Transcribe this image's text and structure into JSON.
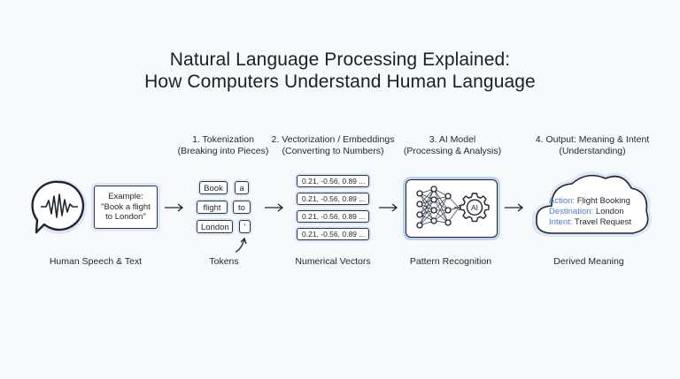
{
  "title": {
    "line1": "Natural Language Processing Explained:",
    "line2": "How Computers Understand Human Language"
  },
  "steps": [
    {
      "heading1": "1. Tokenization",
      "heading2": "(Breaking into Pieces)",
      "caption": "Tokens"
    },
    {
      "heading1": "2. Vectorization / Embeddings",
      "heading2": "(Converting to Numbers)",
      "caption": "Numerical Vectors"
    },
    {
      "heading1": "3. AI Model",
      "heading2": "(Processing & Analysis)",
      "caption": "Pattern Recognition"
    },
    {
      "heading1": "4. Output: Meaning & Intent",
      "heading2": "(Understanding)",
      "caption": "Derived Meaning"
    }
  ],
  "input": {
    "caption": "Human Speech & Text",
    "example_line1": "Example:",
    "example_line2": "\"Book a flight",
    "example_line3": "to London\""
  },
  "tokens": [
    "Book",
    "a",
    "flight",
    "to",
    "London",
    "'"
  ],
  "vectors": [
    "0.21, -0.56, 0.89 ...",
    "0.21, -0.56, 0.89 ...",
    "0.21, -0.56, 0.89 ...",
    "0.21, -0.56, 0.89 ..."
  ],
  "model": {
    "gear_label": "AI"
  },
  "output": {
    "items": [
      {
        "key": "Action:",
        "value": "Flight Booking"
      },
      {
        "key": "Destination:",
        "value": "London"
      },
      {
        "key": "Intent:",
        "value": "Travel Request"
      }
    ]
  },
  "colors": {
    "accent": "#4a7fd0",
    "halo": "#dce8f8",
    "stroke": "#2e3645"
  }
}
